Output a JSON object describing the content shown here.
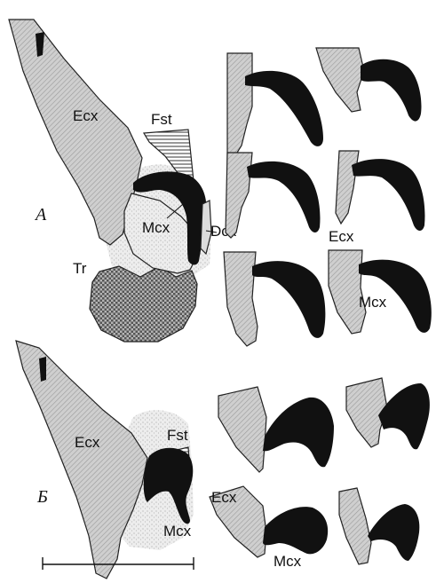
{
  "panels": {
    "a": {
      "label": "A",
      "labels": {
        "ecx": "Ecx",
        "fst": "Fst",
        "mcx": "Mcx",
        "dcx": "Dcx",
        "tr": "Tr"
      },
      "thumbnails": {
        "ecx": "Ecx",
        "mcx": "Mcx"
      }
    },
    "b": {
      "label": "Б",
      "labels": {
        "ecx": "Ecx",
        "fst": "Fst",
        "mcx": "Mcx"
      },
      "thumbnails": {
        "ecx": "Ecx",
        "mcx": "Mcx"
      }
    }
  },
  "colors": {
    "ecx_fill": "#c8c8c8",
    "muscle_fill": "#111111",
    "stipple_fill": "#e9e9e9",
    "trochanter_fill": "#8a8a8a"
  }
}
